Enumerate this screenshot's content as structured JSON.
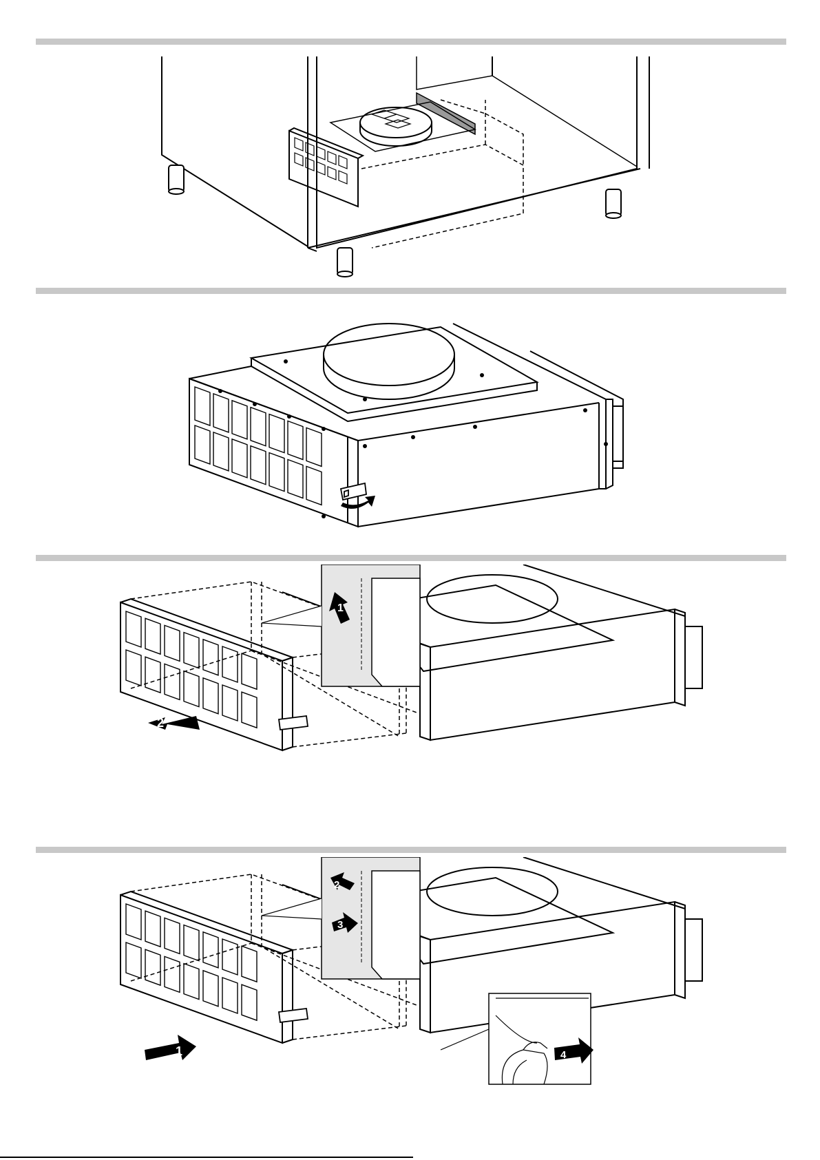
{
  "steps": [
    {
      "id": "step-1",
      "callouts": []
    },
    {
      "id": "step-2",
      "callouts": []
    },
    {
      "id": "step-3",
      "callouts": [
        "1",
        "2"
      ]
    },
    {
      "id": "step-4",
      "callouts": [
        "2",
        "3",
        "1",
        "4"
      ]
    }
  ],
  "colors": {
    "divider": "#c8c8c8",
    "line": "#000000",
    "inset_bg": "#e6e6e6",
    "arrow": "#000000",
    "arrow_label": "#ffffff"
  },
  "icons": [
    "clip-icon",
    "rotate-arrow-icon",
    "push-arrow-icon",
    "pull-arrow-icon",
    "hand-icon"
  ]
}
